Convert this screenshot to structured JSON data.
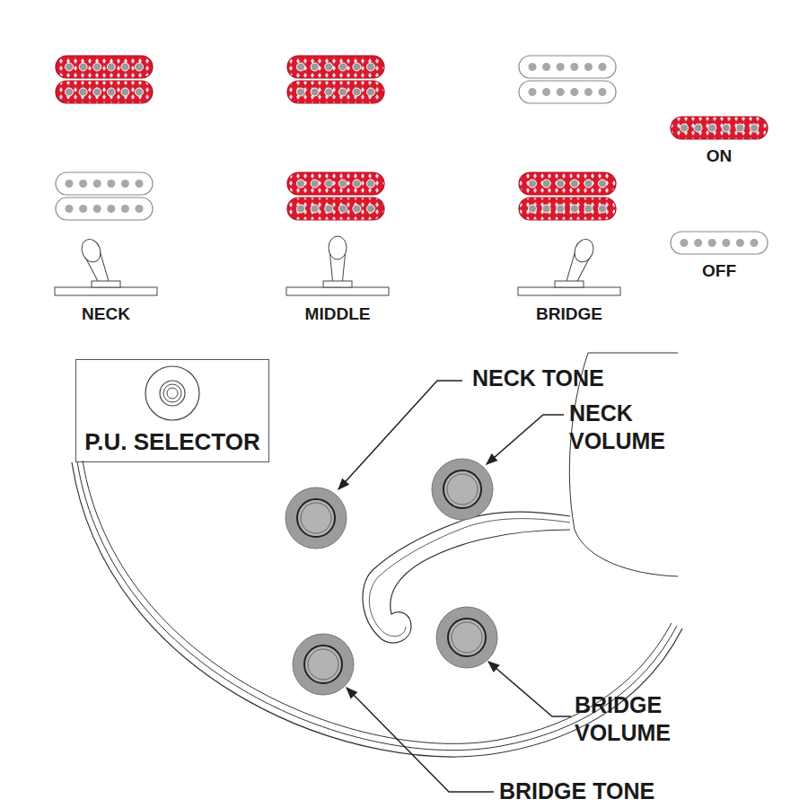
{
  "diagram": {
    "nodes": [
      {
        "text": [
          "P.U. SELECTOR"
        ]
      }
    ],
    "labels": [
      "NECK",
      "MIDDLE",
      "BRIDGE",
      "ON",
      "OFF",
      "NECK TONE",
      "NECK VOLUME",
      "BRIDGE VOLUME",
      "BRIDGE TONE"
    ]
  }
}
